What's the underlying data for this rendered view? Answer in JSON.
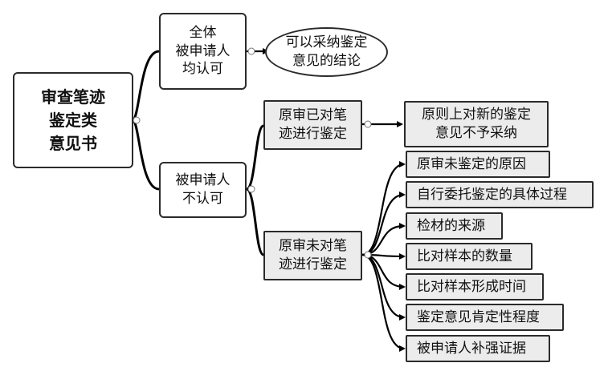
{
  "root": {
    "label": "审查笔迹\n鉴定类\n意见书"
  },
  "branch_all_approve": {
    "label": "全体\n被申请人\n均认可"
  },
  "result_adopt": {
    "label": "可以采纳鉴定\n意见的结论"
  },
  "branch_not_approve": {
    "label": "被申请人\n不认可"
  },
  "sub_appraised": {
    "label": "原审已对笔\n迹进行鉴定"
  },
  "result_not_adopt": {
    "label": "原则上对新的鉴定\n意见不予采纳"
  },
  "sub_not_appraised": {
    "label": "原审未对笔\n迹进行鉴定"
  },
  "items": [
    "原审未鉴定的原因",
    "自行委托鉴定的具体过程",
    "检材的来源",
    "比对样本的数量",
    "比对样本形成时间",
    "鉴定意见肯定性程度",
    "被申请人补强证据"
  ]
}
